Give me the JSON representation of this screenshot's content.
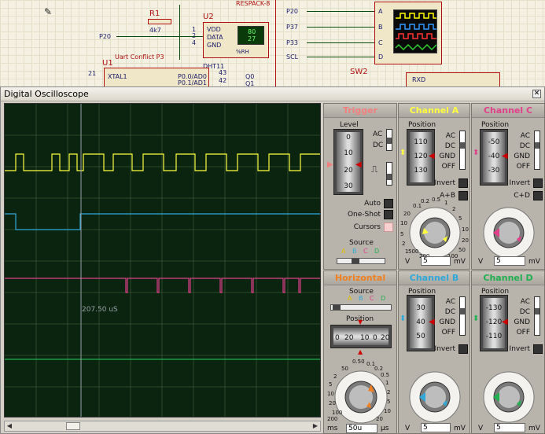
{
  "window": {
    "title": "Digital Oscilloscope"
  },
  "schematic": {
    "r1": "R1",
    "r1_val": "4k7",
    "u2": "U2",
    "u1": "U1",
    "respack": "RESPACK-8",
    "dht": "DHT11",
    "uart": "Uart Conflict P3",
    "p20": "P20",
    "vdd": "VDD",
    "data": "DATA",
    "gnd": "GND",
    "pin1": "1",
    "pin2": "2",
    "pin4": "4",
    "pin21": "21",
    "pin43": "43",
    "pin42": "42",
    "xtal": "XTAL1",
    "p00": "P0.0/AD0",
    "p01": "P0.1/AD1",
    "q0": "Q0",
    "q1": "Q1",
    "lcd1": "80",
    "lcd2": "27",
    "rh": "%RH",
    "probes": [
      "P20",
      "P37",
      "P33",
      "SCL"
    ],
    "ch": [
      "A",
      "B",
      "C",
      "D"
    ],
    "sw2": "SW2",
    "rxd": "RXD"
  },
  "screen": {
    "cursor_label": "207.50 uS"
  },
  "trigger": {
    "title": "Trigger",
    "level_label": "Level",
    "ticks": [
      "0",
      "10",
      "20",
      "30"
    ],
    "ac": "AC",
    "dc": "DC",
    "auto": "Auto",
    "oneshot": "One-Shot",
    "cursors": "Cursors",
    "source_label": "Source",
    "source_letters": [
      "A",
      "B",
      "C",
      "D"
    ]
  },
  "channel_a": {
    "title": "Channel A",
    "position_label": "Position",
    "ticks": [
      "110",
      "120",
      "130"
    ],
    "modes": [
      "AC",
      "DC",
      "GND",
      "OFF"
    ],
    "invert": "Invert",
    "combine": "A+B",
    "dial": [
      "0.2",
      "0.5",
      "1",
      "2",
      "5",
      "10",
      "20",
      "0.1",
      "50",
      "20",
      "100",
      "10",
      "200",
      "5",
      "500",
      "2",
      "1",
      "V",
      "mV"
    ],
    "value": "5",
    "unit_l": "V",
    "unit_r": "mV"
  },
  "channel_c": {
    "title": "Channel C",
    "position_label": "Position",
    "ticks": [
      "-50",
      "-40",
      "-30"
    ],
    "modes": [
      "AC",
      "DC",
      "GND",
      "OFF"
    ],
    "invert": "Invert",
    "combine": "C+D",
    "value": "5",
    "unit_l": "V",
    "unit_r": "mV"
  },
  "horizontal": {
    "title": "Horizontal",
    "source_label": "Source",
    "source_letters": [
      "A",
      "B",
      "C",
      "D"
    ],
    "position_label": "Position",
    "ticks": [
      "0",
      "20",
      "10",
      "0",
      "20"
    ],
    "dial": [
      "0.50",
      "0.1",
      "0.2",
      "0.5",
      "1",
      "2",
      "5",
      "10",
      "20",
      "50",
      "100",
      "200",
      "20",
      "10",
      "5",
      "2",
      "1",
      "0.5"
    ],
    "value": "50u",
    "unit_l": "ms",
    "unit_r": "µs"
  },
  "channel_b": {
    "title": "Channel B",
    "position_label": "Position",
    "ticks": [
      "30",
      "40",
      "50"
    ],
    "modes": [
      "AC",
      "DC",
      "GND",
      "OFF"
    ],
    "invert": "Invert",
    "value": "5",
    "unit_l": "V",
    "unit_r": "mV"
  },
  "channel_d": {
    "title": "Channel D",
    "position_label": "Position",
    "ticks": [
      "-130",
      "-120",
      "-110"
    ],
    "modes": [
      "AC",
      "DC",
      "GND",
      "OFF"
    ],
    "invert": "Invert",
    "value": "5",
    "unit_l": "V",
    "unit_r": "mV"
  },
  "colors": {
    "a": "#ffff40",
    "b": "#30a8d8",
    "c": "#e0408a",
    "d": "#20b050",
    "trigger": "#f08080",
    "horizontal": "#f08020"
  }
}
